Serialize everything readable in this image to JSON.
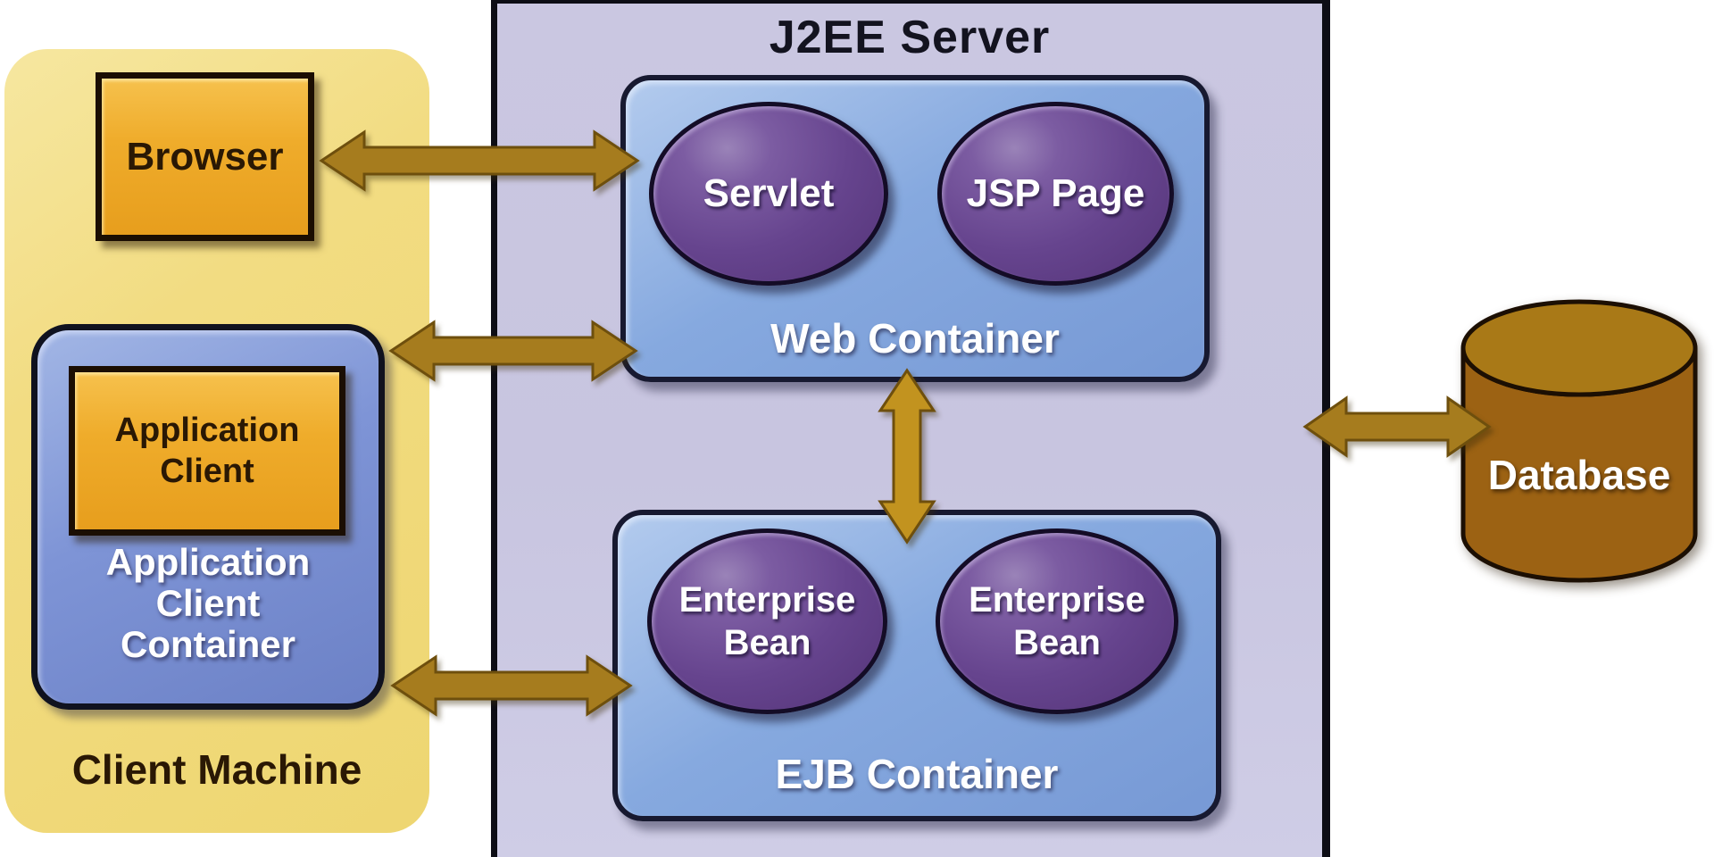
{
  "diagram": {
    "title": "J2EE Server",
    "client_machine": {
      "label": "Client Machine",
      "browser_label": "Browser",
      "application_client": {
        "line1": "Application",
        "line2": "Client"
      },
      "container_label": {
        "line1": "Application",
        "line2": "Client",
        "line3": "Container"
      }
    },
    "web_container": {
      "label": "Web Container",
      "servlet_label": "Servlet",
      "jsp_label": "JSP Page"
    },
    "ejb_container": {
      "label": "EJB Container",
      "bean1": {
        "line1": "Enterprise",
        "line2": "Bean"
      },
      "bean2": {
        "line1": "Enterprise",
        "line2": "Bean"
      }
    },
    "database_label": "Database",
    "colors": {
      "panel_yellow": "#F2DC82",
      "panel_lavender": "#C8C5E0",
      "panel_border": "#0D0D15",
      "title_ink": "#13131F",
      "dark_ink": "#2A1804",
      "box_orange": "#EFAC2B",
      "container_blue": "#86A9DF",
      "acc_blue": "#7E94D6",
      "purple_light": "#9A83B8",
      "purple_mid": "#66448E",
      "purple_dark": "#543478",
      "arrow_olive": "#A67C1E",
      "arrow_olive_dark": "#6E4F0D",
      "arrow_gold": "#C2931F",
      "db_brown": "#9C6213",
      "db_brown_top": "#A97917"
    }
  }
}
